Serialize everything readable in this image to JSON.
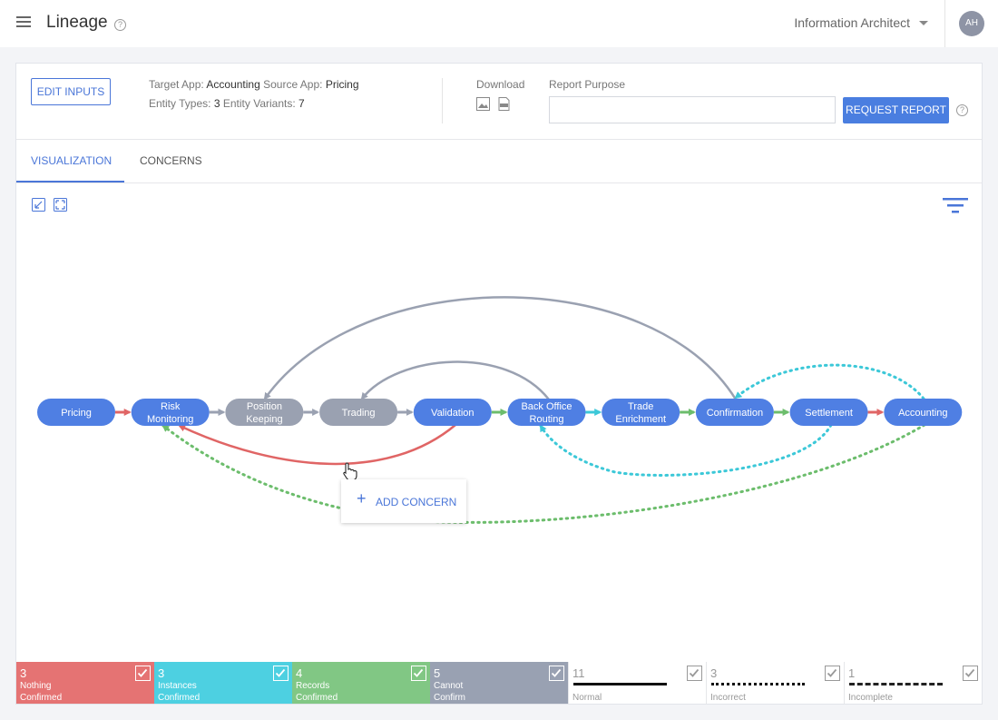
{
  "topbar": {
    "title": "Lineage",
    "help": "?",
    "role": "Information Architect",
    "avatar": "AH"
  },
  "header": {
    "edit_inputs": "EDIT INPUTS",
    "target_app_label": "Target App:",
    "target_app": "Accounting",
    "source_app_label": "Source App:",
    "source_app": "Pricing",
    "entity_types_label": "Entity Types:",
    "entity_types": "3",
    "entity_variants_label": "Entity Variants:",
    "entity_variants": "7",
    "download_label": "Download",
    "download_icons": [
      "image-icon",
      "pdf-icon"
    ],
    "report_purpose_label": "Report Purpose",
    "report_purpose_value": "",
    "request_report": "REQUEST REPORT"
  },
  "tabs": [
    {
      "label": "VISUALIZATION",
      "active": true
    },
    {
      "label": "CONCERNS",
      "active": false
    }
  ],
  "diagram": {
    "nodes": [
      {
        "id": "pricing",
        "lines": [
          "Pricing"
        ],
        "color": "#4f7fe3"
      },
      {
        "id": "risk",
        "lines": [
          "Risk",
          "Monitoring"
        ],
        "color": "#4f7fe3"
      },
      {
        "id": "position",
        "lines": [
          "Position",
          "Keeping"
        ],
        "color": "#9aa1b1"
      },
      {
        "id": "trading",
        "lines": [
          "Trading"
        ],
        "color": "#9aa1b1"
      },
      {
        "id": "validation",
        "lines": [
          "Validation"
        ],
        "color": "#4f7fe3"
      },
      {
        "id": "backoffice",
        "lines": [
          "Back Office",
          "Routing"
        ],
        "color": "#4f7fe3"
      },
      {
        "id": "enrichment",
        "lines": [
          "Trade",
          "Enrichment"
        ],
        "color": "#4f7fe3"
      },
      {
        "id": "confirmation",
        "lines": [
          "Confirmation"
        ],
        "color": "#4f7fe3"
      },
      {
        "id": "settlement",
        "lines": [
          "Settlement"
        ],
        "color": "#4f7fe3"
      },
      {
        "id": "accounting",
        "lines": [
          "Accounting"
        ],
        "color": "#4f7fe3"
      }
    ],
    "edges": [
      {
        "from": "pricing",
        "to": "risk",
        "status": "nothing"
      },
      {
        "from": "risk",
        "to": "position",
        "status": "cannot"
      },
      {
        "from": "position",
        "to": "trading",
        "status": "cannot"
      },
      {
        "from": "trading",
        "to": "validation",
        "status": "cannot"
      },
      {
        "from": "validation",
        "to": "backoffice",
        "status": "records"
      },
      {
        "from": "backoffice",
        "to": "enrichment",
        "status": "instances"
      },
      {
        "from": "enrichment",
        "to": "confirmation",
        "status": "records"
      },
      {
        "from": "confirmation",
        "to": "settlement",
        "status": "records"
      },
      {
        "from": "settlement",
        "to": "accounting",
        "status": "nothing"
      },
      {
        "from": "confirmation",
        "to": "position",
        "status": "cannot",
        "style": "normal"
      },
      {
        "from": "backoffice",
        "to": "trading",
        "status": "cannot",
        "style": "normal"
      },
      {
        "from": "validation",
        "to": "risk",
        "status": "nothing",
        "style": "normal"
      },
      {
        "from": "accounting",
        "to": "risk",
        "status": "records",
        "style": "incorrect"
      },
      {
        "from": "accounting",
        "to": "confirmation",
        "status": "instances",
        "style": "incorrect"
      },
      {
        "from": "settlement",
        "to": "backoffice",
        "status": "instances",
        "style": "incorrect"
      }
    ],
    "status_colors": {
      "nothing": "#e06565",
      "instances": "#3cc8d8",
      "records": "#6cbd6c",
      "cannot": "#9aa1b1"
    },
    "popup": {
      "plus": "+",
      "label": "ADD CONCERN"
    }
  },
  "legend": [
    {
      "count": "3",
      "label": [
        "Nothing",
        "Confirmed"
      ],
      "color": "#e57373",
      "checked": true
    },
    {
      "count": "3",
      "label": [
        "Instances",
        "Confirmed"
      ],
      "color": "#4dd0e1",
      "checked": true
    },
    {
      "count": "4",
      "label": [
        "Records",
        "Confirmed"
      ],
      "color": "#81c784",
      "checked": true
    },
    {
      "count": "5",
      "label": [
        "Cannot",
        "Confirm"
      ],
      "color": "#99a1b2",
      "checked": true
    },
    {
      "count": "11",
      "label": [
        "Normal"
      ],
      "line": "solid",
      "checked": true
    },
    {
      "count": "3",
      "label": [
        "Incorrect"
      ],
      "line": "dotted",
      "checked": true
    },
    {
      "count": "1",
      "label": [
        "Incomplete"
      ],
      "line": "dashed",
      "checked": true
    }
  ]
}
